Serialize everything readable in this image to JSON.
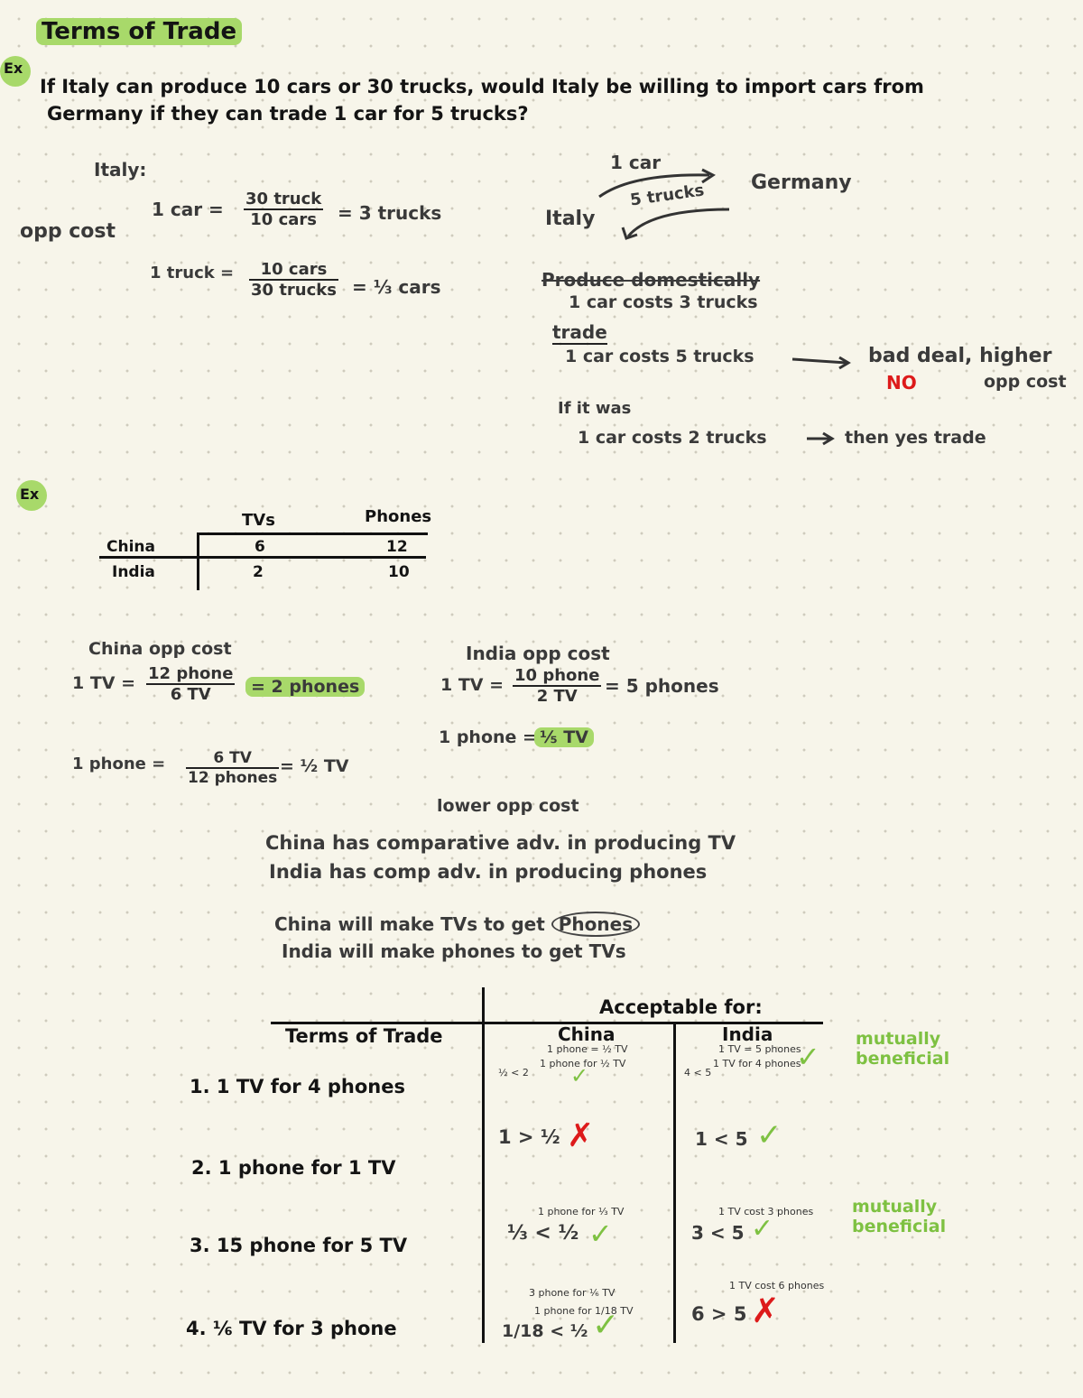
{
  "title": "Terms of Trade",
  "ex1": {
    "label": "Ex",
    "question_line1": "If Italy can produce 10 cars or 30 trucks, would Italy be willing to import cars from",
    "question_line2": "Germany if they can trade 1 car for 5 trucks?",
    "italy_label": "Italy:",
    "opp_cost_label": "opp cost",
    "car_eq_prefix": "1 car =",
    "car_frac_num": "30 truck",
    "car_frac_den": "10 cars",
    "car_eq_result": "= 3 trucks",
    "truck_eq_prefix": "1 truck =",
    "truck_frac_num": "10 cars",
    "truck_frac_den": "30 trucks",
    "truck_eq_result": "= ⅓ cars",
    "arrow_top": "1 car",
    "arrow_bottom": "5 trucks",
    "italy": "Italy",
    "germany": "Germany",
    "produce_domestically": "Produce domestically",
    "domestic_cost": "1 car costs 3 trucks",
    "trade_label": "trade",
    "trade_cost": "1 car costs 5 trucks",
    "bad_deal": "bad deal, higher",
    "opp_cost_word": "opp cost",
    "no": "NO",
    "if_it_was": "If it was",
    "if_cost": "1 car costs 2 trucks",
    "then_yes": "then yes trade"
  },
  "ex2": {
    "label": "Ex",
    "table": {
      "headers": [
        "TVs",
        "Phones"
      ],
      "rows": [
        {
          "country": "China",
          "tvs": "6",
          "phones": "12"
        },
        {
          "country": "India",
          "tvs": "2",
          "phones": "10"
        }
      ]
    },
    "china_opp_title": "China opp cost",
    "china_tv_prefix": "1 TV =",
    "china_tv_num": "12 phone",
    "china_tv_den": "6 TV",
    "china_tv_result": "= 2 phones",
    "china_phone_prefix": "1 phone =",
    "china_phone_num": "6 TV",
    "china_phone_den": "12 phones",
    "china_phone_result": "= ½ TV",
    "india_opp_title": "India opp cost",
    "india_tv_prefix": "1 TV =",
    "india_tv_num": "10 phone",
    "india_tv_den": "2 TV",
    "india_tv_result": "= 5 phones",
    "india_phone_prefix": "1 phone =",
    "india_phone_result": "⅕ TV",
    "lower_opp": "lower opp cost",
    "china_comp_adv": "China has comparative adv. in producing TV",
    "india_comp_adv": "India has comp adv. in producing phones",
    "china_make": "China will make TVs to get",
    "china_make_circled": "Phones",
    "india_make": "India will make phones to get TVs"
  },
  "terms": {
    "acceptable_for": "Acceptable for:",
    "col_terms": "Terms of Trade",
    "col_china": "China",
    "col_india": "India",
    "china_header_note1": "1 phone = ½ TV",
    "china_header_note2": "1 phone for ½ TV",
    "india_header_note1": "1 TV = 5 phones",
    "india_header_note2": "1 TV for 4 phones",
    "rows": [
      {
        "term": "1. 1 TV for 4 phones",
        "china_note": "½ < 2",
        "china_mark": "✓",
        "india_note": "4 < 5",
        "india_mark": "✓",
        "result": "mutually beneficial"
      },
      {
        "term": "2. 1 phone for 1 TV",
        "china_note": "1 > ½",
        "china_mark": "✗",
        "india_note": "1 < 5",
        "india_mark": "✓",
        "result": ""
      },
      {
        "term": "3. 15 phone for 5 TV",
        "china_small": "1 phone for ⅓ TV",
        "china_note": "⅓ < ½",
        "china_mark": "✓",
        "india_small": "1 TV cost 3 phones",
        "india_note": "3 < 5",
        "india_mark": "✓",
        "result": "mutually beneficial"
      },
      {
        "term": "4. ⅙ TV for 3 phone",
        "china_small1": "3 phone for ⅙ TV",
        "china_small2": "1 phone for 1/18 TV",
        "china_note": "1/18 < ½",
        "china_mark": "✓",
        "india_small": "1 TV cost 6 phones",
        "india_note": "6 > 5",
        "india_mark": "✗",
        "result": ""
      }
    ]
  },
  "colors": {
    "highlight": "#a8d96a",
    "green_ink": "#7ec142",
    "red_ink": "#dd1a1a",
    "paper": "#f7f5ea"
  }
}
